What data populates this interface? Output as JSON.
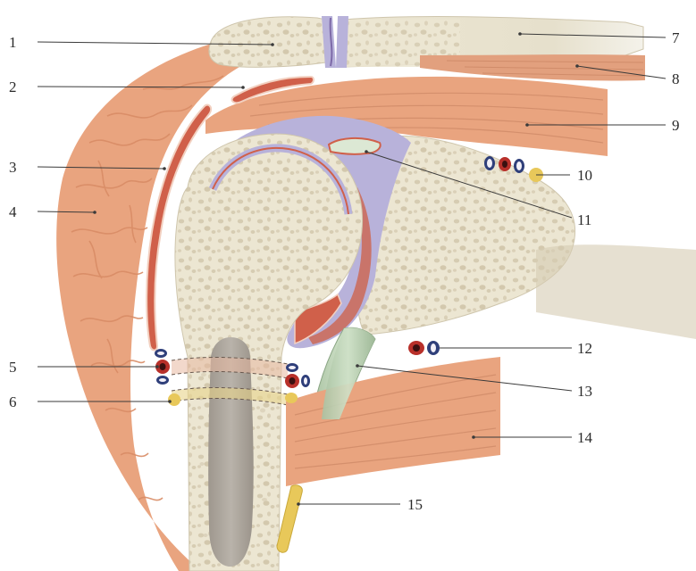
{
  "labels": {
    "l1": "1",
    "l2": "2",
    "l3": "3",
    "l4": "4",
    "l5": "5",
    "l6": "6",
    "l7": "7",
    "l8": "8",
    "l9": "9",
    "l10": "10",
    "l11": "11",
    "l12": "12",
    "l13": "13",
    "l14": "14",
    "l15": "15"
  },
  "colors": {
    "muscle": "#e9a47f",
    "muscle_dark": "#d98c66",
    "bone": "#ece6d2",
    "bone_pore": "#d6ccb2",
    "cartilage": "#b8b2da",
    "bursa": "#d0604a",
    "tendon": "#bfd5b8",
    "marrow": "#a8a29a",
    "nerve": "#e8c85a",
    "vein": "#2f3f7a",
    "artery": "#b8302a"
  }
}
